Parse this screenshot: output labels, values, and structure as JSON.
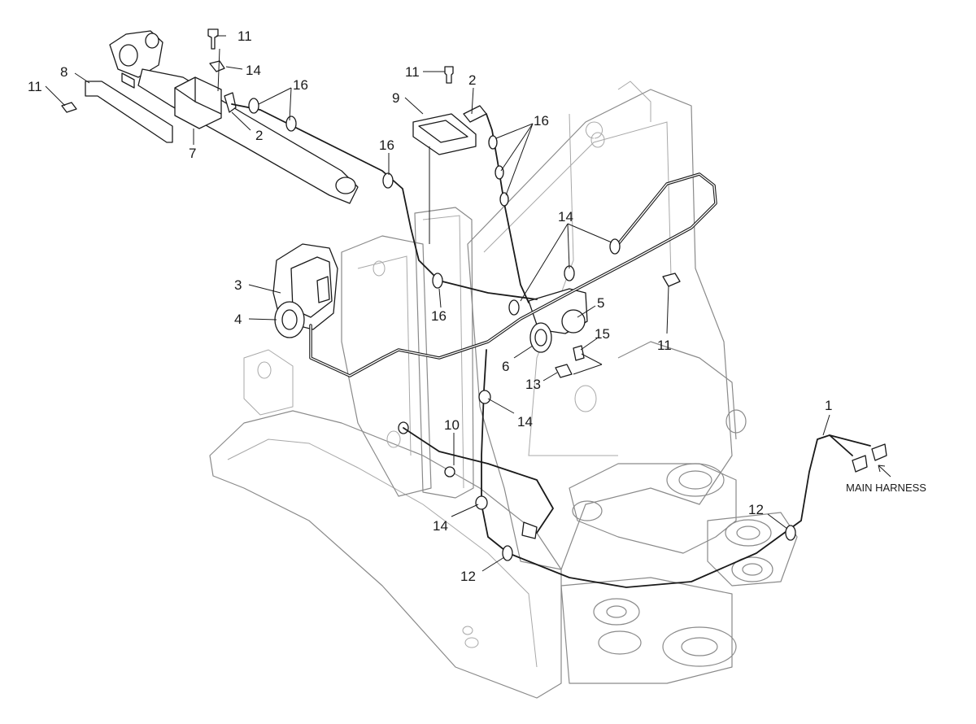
{
  "callouts": {
    "c1": "1",
    "c2a": "2",
    "c2b": "2",
    "c3": "3",
    "c4": "4",
    "c5": "5",
    "c6": "6",
    "c7": "7",
    "c8": "8",
    "c9": "9",
    "c10": "10",
    "c11a": "11",
    "c11b": "11",
    "c11c": "11",
    "c11d": "11",
    "c12a": "12",
    "c12b": "12",
    "c13": "13",
    "c14a": "14",
    "c14b": "14",
    "c14c": "14",
    "c14d": "14",
    "c15": "15",
    "c16a": "16",
    "c16b": "16",
    "c16c": "16",
    "c16d": "16"
  },
  "notes": {
    "main_harness": "MAIN HARNESS"
  },
  "colors": {
    "frame": "#8a8a8a",
    "parts": "#1a1a1a",
    "background": "#ffffff"
  }
}
